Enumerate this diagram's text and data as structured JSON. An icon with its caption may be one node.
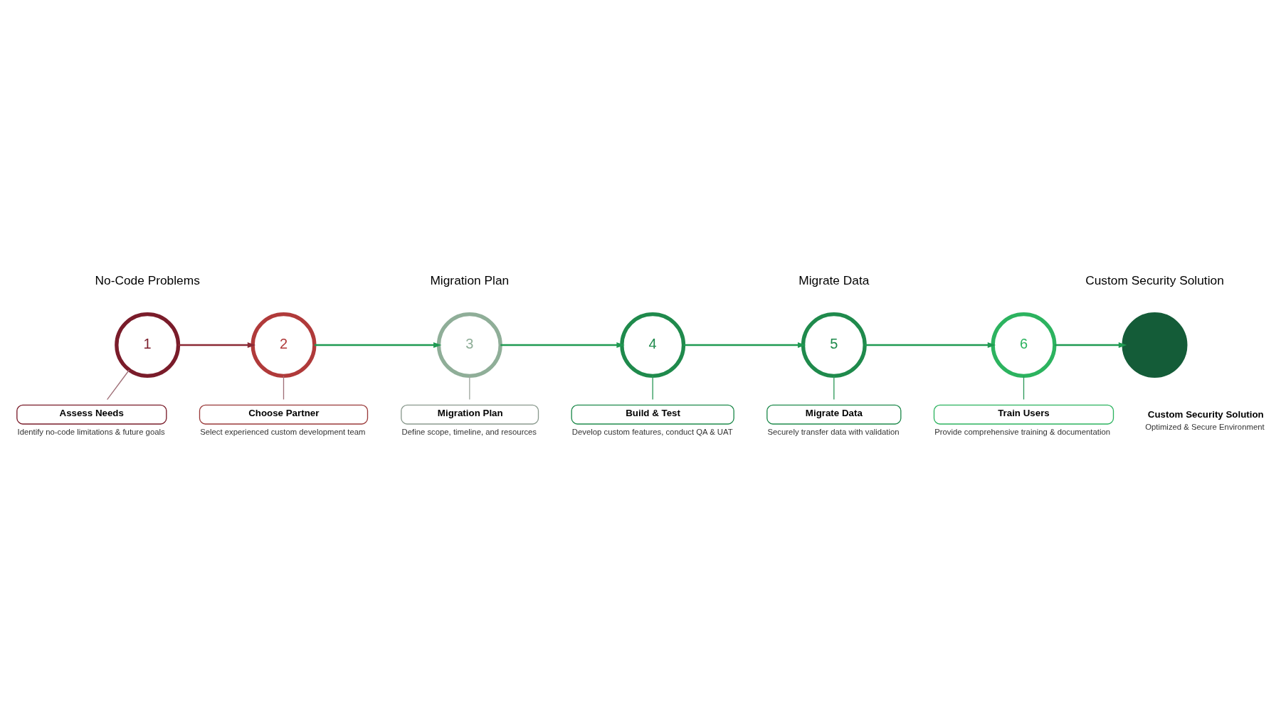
{
  "diagram": {
    "nodes": [
      {
        "text": [
          "1"
        ]
      },
      {
        "text": [
          "2"
        ]
      },
      {
        "text": [
          "3"
        ]
      },
      {
        "text": [
          "4"
        ]
      },
      {
        "text": [
          "5"
        ]
      },
      {
        "text": [
          "6"
        ]
      },
      {
        "text": [],
        "shape": "circle",
        "beside": [
          "Custom Security Solution",
          "Optimized & Secure Environment"
        ]
      },
      {
        "text": [
          "Assess Needs"
        ],
        "beside": [
          "Identify no-code limitations & future goals"
        ]
      },
      {
        "text": [
          "Choose Partner"
        ],
        "beside": [
          "Select experienced custom development team"
        ]
      },
      {
        "text": [
          "Migration Plan"
        ],
        "beside": [
          "Define scope, timeline, and resources"
        ]
      },
      {
        "text": [
          "Build & Test"
        ],
        "beside": [
          "Develop custom features, conduct QA & UAT"
        ]
      },
      {
        "text": [
          "Migrate Data"
        ],
        "beside": [
          "Securely transfer data with validation"
        ]
      },
      {
        "text": [
          "Train Users"
        ],
        "beside": [
          "Provide comprehensive training & documentation"
        ]
      }
    ],
    "edges": [
      {
        "from": 0,
        "to": 1,
        "arrow": "to",
        "color": "#8b2a35"
      },
      {
        "from": 1,
        "to": 2,
        "arrow": "to"
      },
      {
        "from": 2,
        "to": 3,
        "arrow": "to"
      },
      {
        "from": 3,
        "to": 4,
        "arrow": "to"
      },
      {
        "from": 4,
        "to": 5,
        "arrow": "to"
      },
      {
        "from": 5,
        "to": 6,
        "arrow": "to"
      },
      {
        "from": 0,
        "to": 7,
        "arrow": "none",
        "color": "#a07078"
      },
      {
        "from": 1,
        "to": 8,
        "arrow": "none",
        "color": "#a07078"
      },
      {
        "from": 2,
        "to": 9,
        "arrow": "none",
        "color": "#a0a8a0"
      },
      {
        "from": 3,
        "to": 10,
        "arrow": "none",
        "color": "#2e9a5a"
      },
      {
        "from": 4,
        "to": 11,
        "arrow": "none",
        "color": "#2e9a5a"
      },
      {
        "from": 5,
        "to": 12,
        "arrow": "none",
        "color": "#2e9a5a"
      }
    ],
    "labels": [
      "No-Code Problems",
      "Migration Plan",
      "Migrate Data",
      "Custom Security Solution"
    ]
  }
}
